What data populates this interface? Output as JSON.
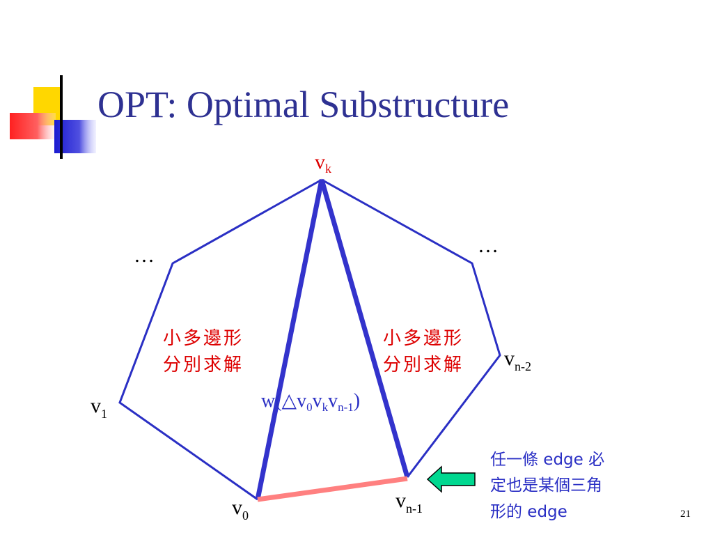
{
  "slide": {
    "title": "OPT: Optimal Substructure",
    "page_number": "21"
  },
  "colors": {
    "title": "#2e3192",
    "polygon": "#2a2fc4",
    "triangle": "#3333cc",
    "base_edge": "#ff8080",
    "red_text": "#dd0000",
    "arrow_fill": "#00d890",
    "logo_yellow": "#ffd700",
    "logo_red": "#ff3030",
    "logo_blue": "#2020d0"
  },
  "diagram": {
    "vertex_labels": {
      "vk": {
        "base": "v",
        "sub": "k"
      },
      "v1": {
        "base": "v",
        "sub": "1"
      },
      "v0": {
        "base": "v",
        "sub": "0"
      },
      "vn1": {
        "base": "v",
        "sub": "n-1"
      },
      "vn2": {
        "base": "v",
        "sub": "n-2"
      }
    },
    "ellipsis_left": "…",
    "ellipsis_right": "…",
    "left_subpolygon": {
      "line1": "小多邊形",
      "line2": "分別求解"
    },
    "right_subpolygon": {
      "line1": "小多邊形",
      "line2": "分別求解"
    },
    "triangle_weight": {
      "prefix": "w(△",
      "v": "v",
      "sub0": "0",
      "subk": "k",
      "subn1": "n-1",
      "suffix": ")"
    },
    "note": {
      "line1": "任一條 edge 必",
      "line2": "定也是某個三角",
      "line3": "形的 edge"
    }
  }
}
